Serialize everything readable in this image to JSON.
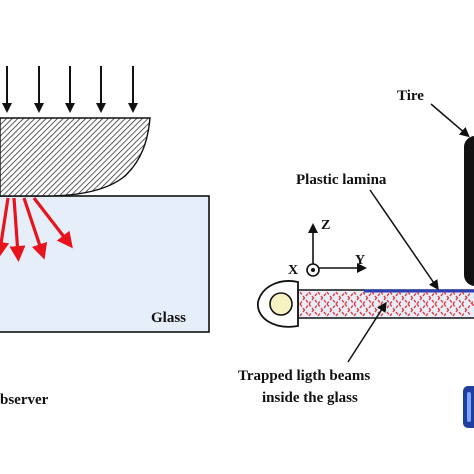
{
  "labels": {
    "glass": "Glass",
    "observer": "bserver",
    "tire": "Tire",
    "plastic_lamina": "Plastic lamina",
    "axis_z": "Z",
    "axis_y": "Y",
    "axis_x": "X",
    "trapped_line1": "Trapped ligth beams",
    "trapped_line2": "inside the glass"
  },
  "colors": {
    "beam_red": "#e8141b",
    "glass_fill": "#e6eef9",
    "lamina_blue": "#2a3fb3",
    "trapped_dash": "#e23b3b",
    "tire_fill": "#111111",
    "hatch": "#333333"
  }
}
